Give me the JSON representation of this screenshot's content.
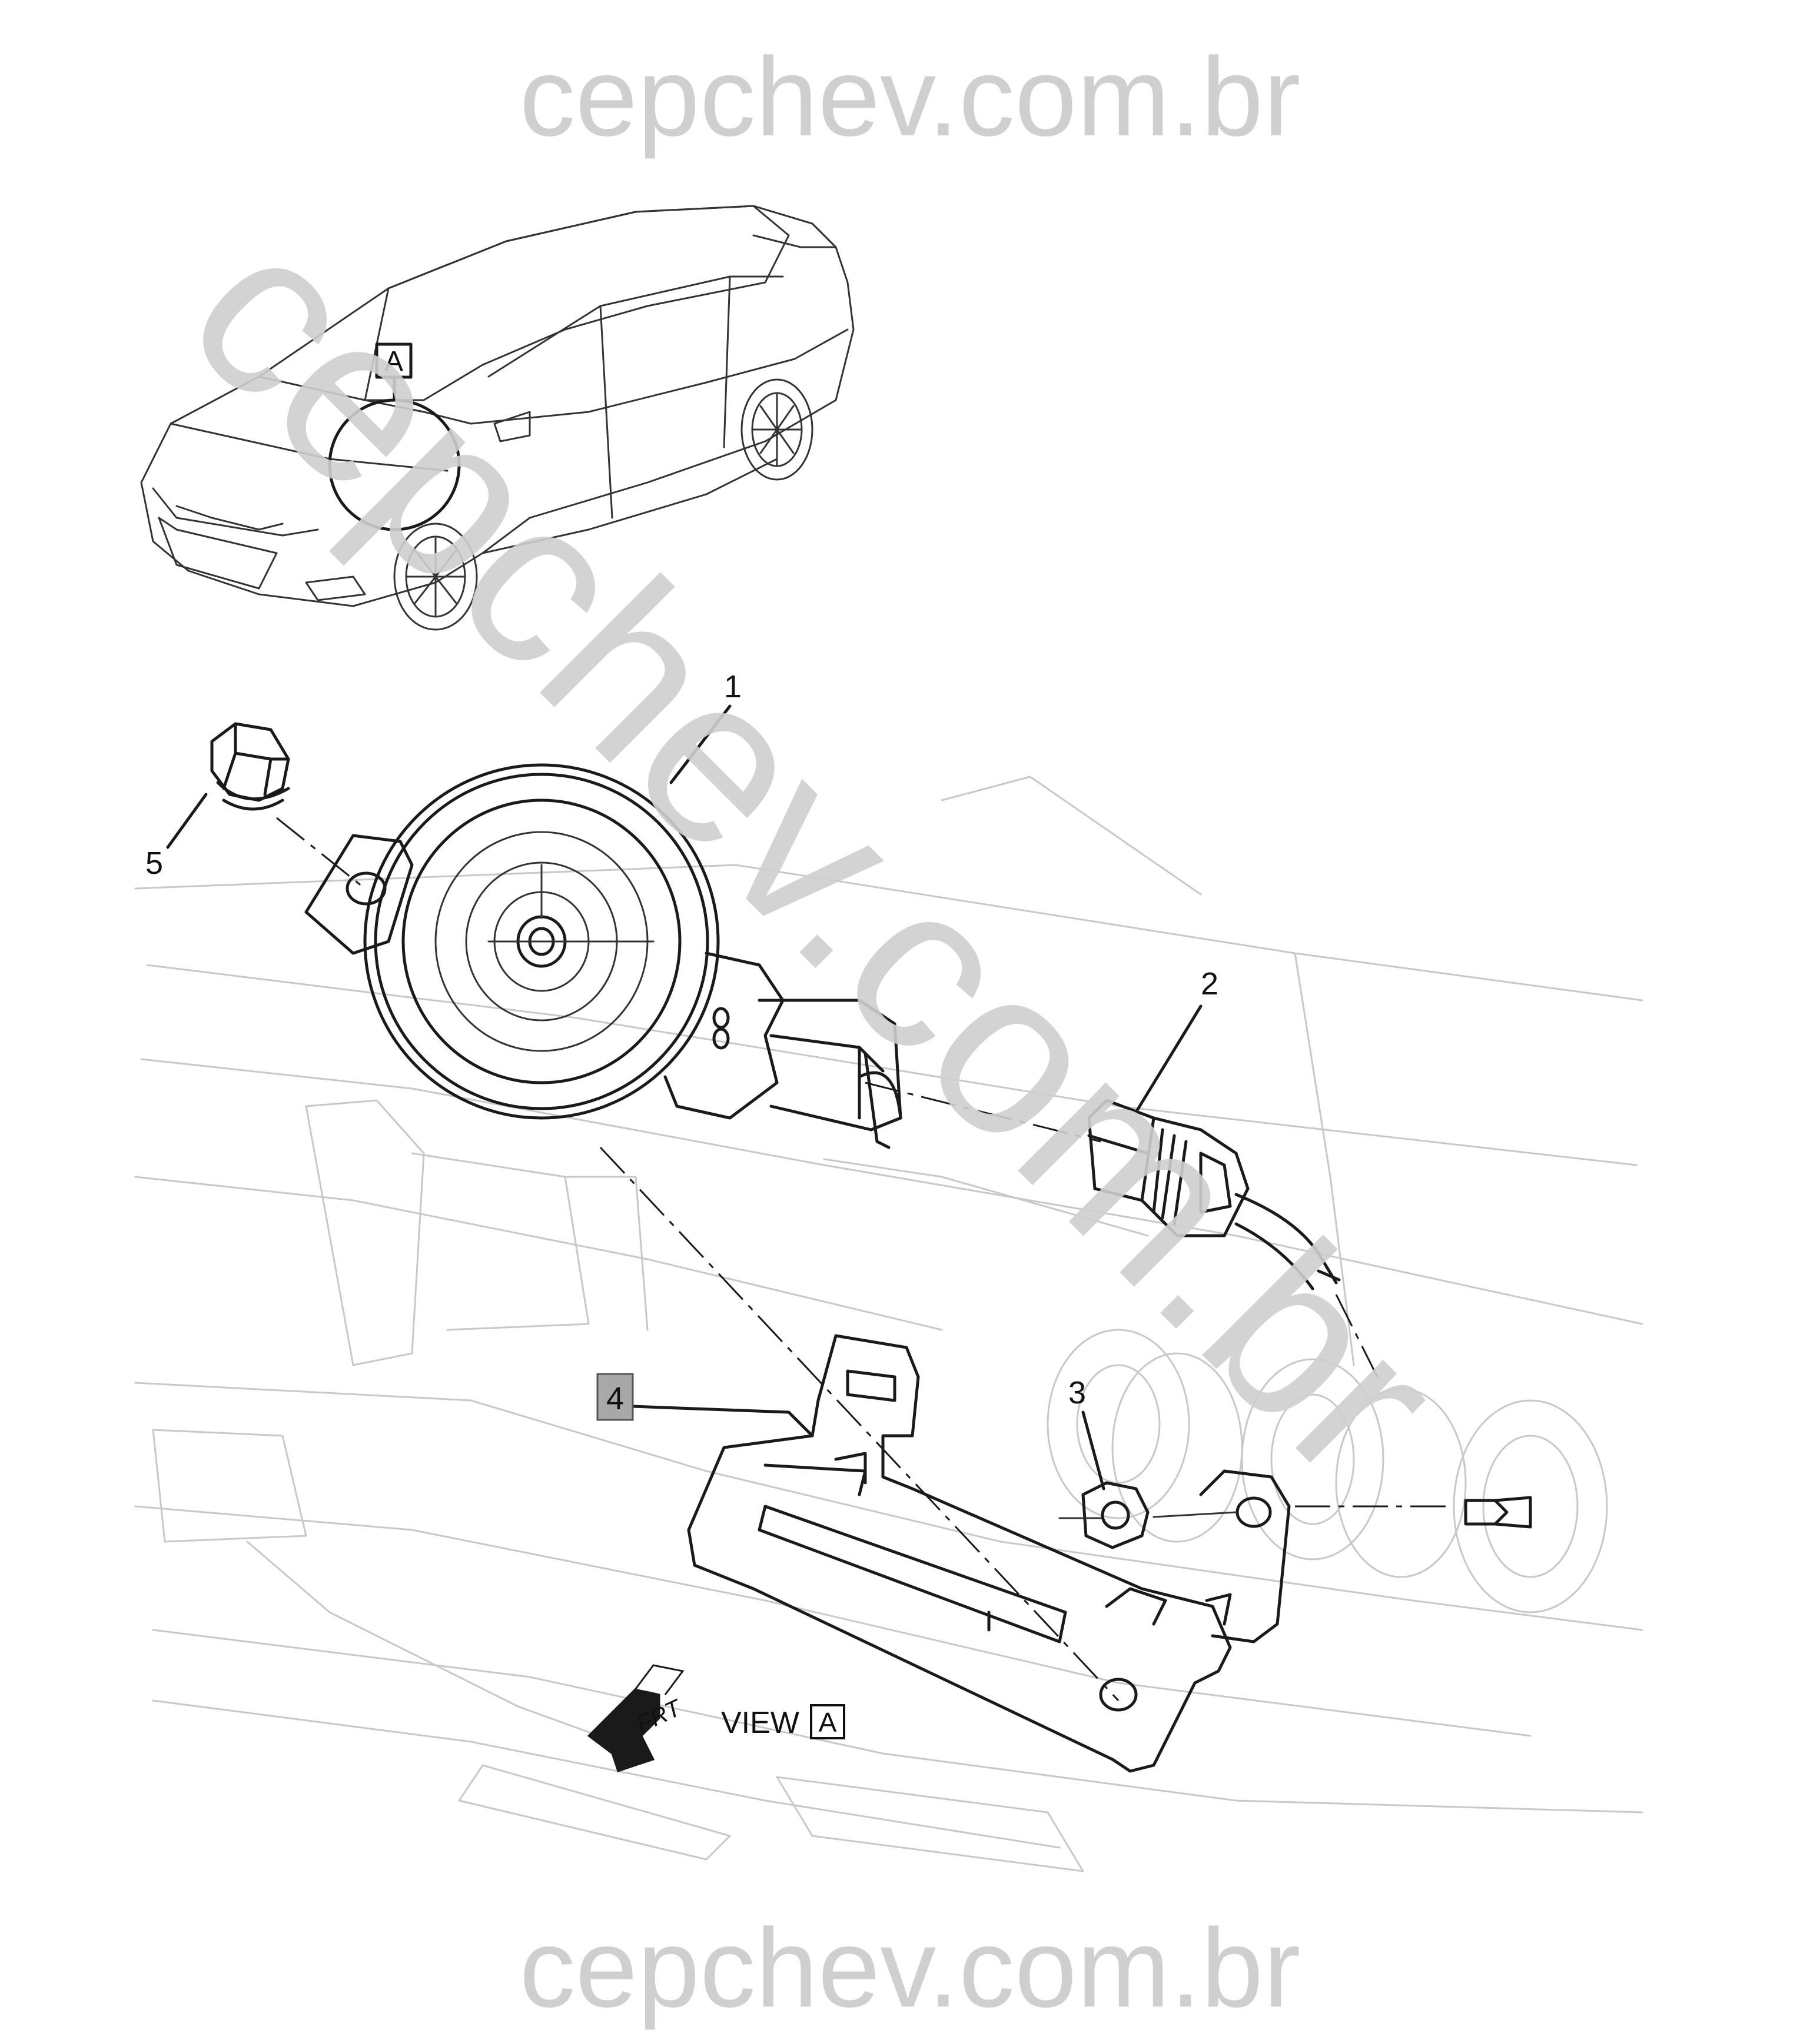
{
  "watermark": {
    "top": "cepchev.com.br",
    "bottom": "cepchev.com.br",
    "diagonal": "cepchev.com.br"
  },
  "view_markers": {
    "vehicle_marker": "A",
    "view_label": "VIEW",
    "view_marker": "A",
    "front_arrow": "FRT"
  },
  "callouts": [
    "1",
    "2",
    "3",
    "4",
    "5"
  ]
}
